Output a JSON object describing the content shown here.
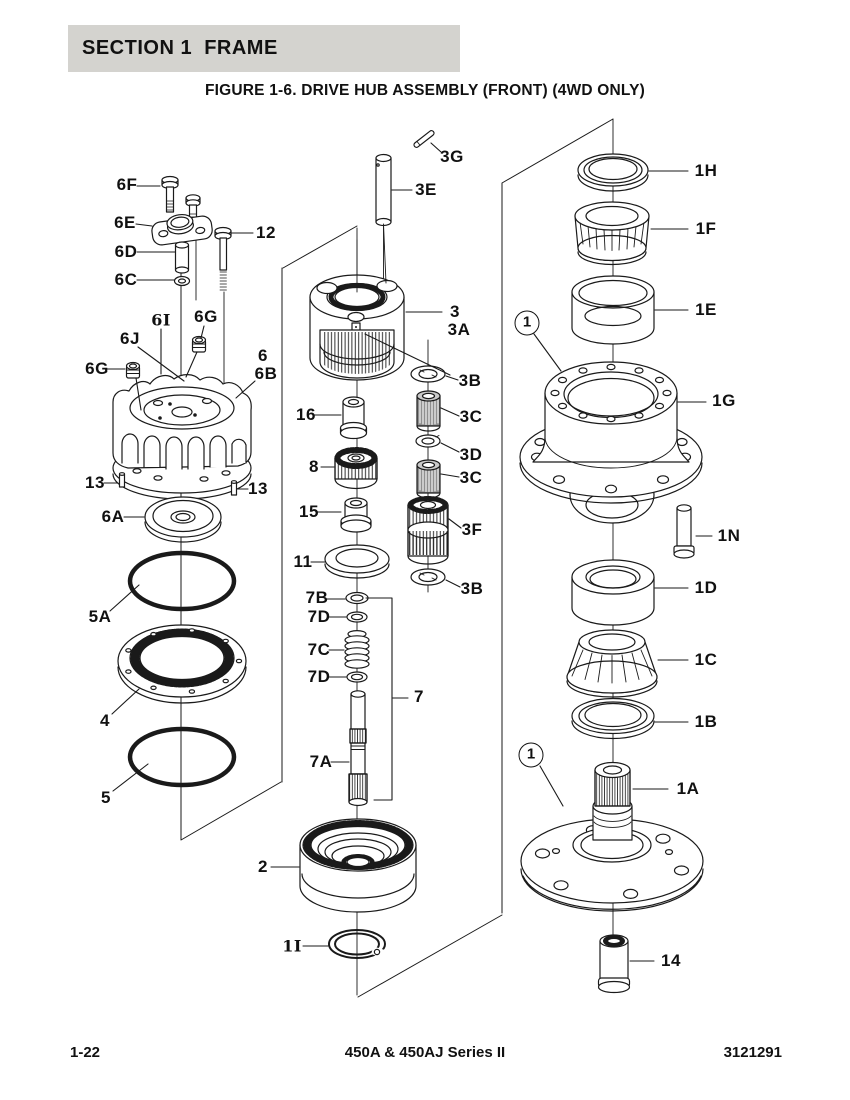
{
  "header": {
    "section_title": "SECTION 1  FRAME",
    "figure_title": "FIGURE 1-6. DRIVE HUB ASSEMBLY (FRONT) (4WD ONLY)"
  },
  "labels": [
    {
      "text": "6F"
    },
    {
      "text": "6E"
    },
    {
      "text": "6D"
    },
    {
      "text": "6C"
    },
    {
      "text": "12"
    },
    {
      "text": "6I"
    },
    {
      "text": "6G"
    },
    {
      "text": "6J"
    },
    {
      "text": "6G"
    },
    {
      "text": "6"
    },
    {
      "text": "6B"
    },
    {
      "text": "13"
    },
    {
      "text": "13"
    },
    {
      "text": "6A"
    },
    {
      "text": "5A"
    },
    {
      "text": "4"
    },
    {
      "text": "5"
    },
    {
      "text": "3G"
    },
    {
      "text": "3E"
    },
    {
      "text": "3"
    },
    {
      "text": "3A"
    },
    {
      "text": "3B"
    },
    {
      "text": "16"
    },
    {
      "text": "3C"
    },
    {
      "text": "3D"
    },
    {
      "text": "8"
    },
    {
      "text": "3C"
    },
    {
      "text": "15"
    },
    {
      "text": "3F"
    },
    {
      "text": "11"
    },
    {
      "text": "3B"
    },
    {
      "text": "7B"
    },
    {
      "text": "7D"
    },
    {
      "text": "7C"
    },
    {
      "text": "7D"
    },
    {
      "text": "7"
    },
    {
      "text": "7A"
    },
    {
      "text": "2"
    },
    {
      "text": "1I"
    },
    {
      "text": "1H"
    },
    {
      "text": "1F"
    },
    {
      "text": "1E"
    },
    {
      "text": "1G"
    },
    {
      "text": "1N"
    },
    {
      "text": "1D"
    },
    {
      "text": "1C"
    },
    {
      "text": "1B"
    },
    {
      "text": "1A"
    },
    {
      "text": "14"
    }
  ],
  "balloons": [
    {
      "text": "1"
    },
    {
      "text": "1"
    }
  ],
  "footer": {
    "page_number": "1-22",
    "center_text": "450A & 450AJ Series II",
    "doc_number": "3121291"
  },
  "colors": {
    "header_bg": "#d4d3cf",
    "line": "#1a1a1a"
  }
}
